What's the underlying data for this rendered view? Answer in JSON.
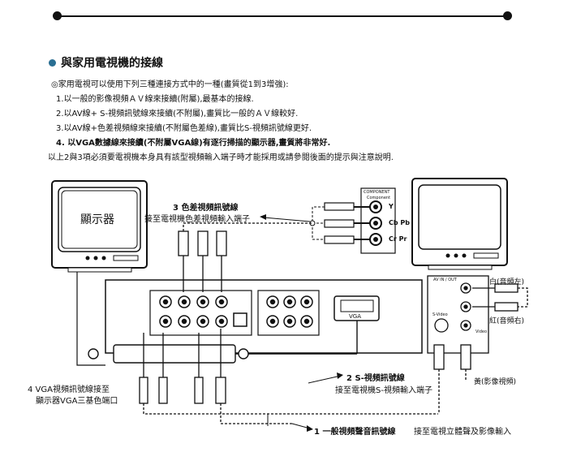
{
  "section_title": "與家用電視機的接線",
  "intro": "◎家用電視可以使用下列三種連接方式中的一種(畫質從1到3增強):",
  "items": [
    "1.以一般的影像視頻ＡＶ線來接續(附屬),最基本的接線.",
    "2.以AV線+ S-視頻訊號線來接續(不附屬),畫質比一般的ＡＶ線較好.",
    "3.以AV線+色差視頻線來接續(不附屬色差線),畫質比S-視頻訊號線更好.",
    "4.  以VGA數據線來接續(不附屬VGA線)有逐行掃描的顯示器,畫質將非常好."
  ],
  "note": "以上2與3項必須要電視機本身具有該型視頻輸入端子時才能採用或請參閱後面的提示與注意說明.",
  "diagram": {
    "monitor_label": "顯示器",
    "tv_component_header": "COMPONENT",
    "tv_component_sub": "Component",
    "y_label": "Y",
    "cb_label": "Cb Pb",
    "cr_label": "Cr Pr",
    "label3_line1": "3 色差視頻訊號線",
    "label3_line2": "接至電視機色差視頻輸入端子",
    "label_vga_port": "VGA",
    "label4_line1": "4 VGA視頻訊號線接至",
    "label4_line2": "顯示器VGA三基色端口",
    "label2_line1": "2 S-視頻訊號線",
    "label2_line2": "接至電視機S-視頻輸入端子",
    "label1": "1 一般視頻聲音訊號線",
    "label_tv_av": "接至電視立體聲及影像輸入",
    "label_white": "白(音頻左)",
    "label_red": "紅(音頻右)",
    "label_yellow": "黃(影像視頻)",
    "panel_av_header": "AV IN / OUT",
    "panel_svideo": "S-Video",
    "panel_video": "Video"
  }
}
